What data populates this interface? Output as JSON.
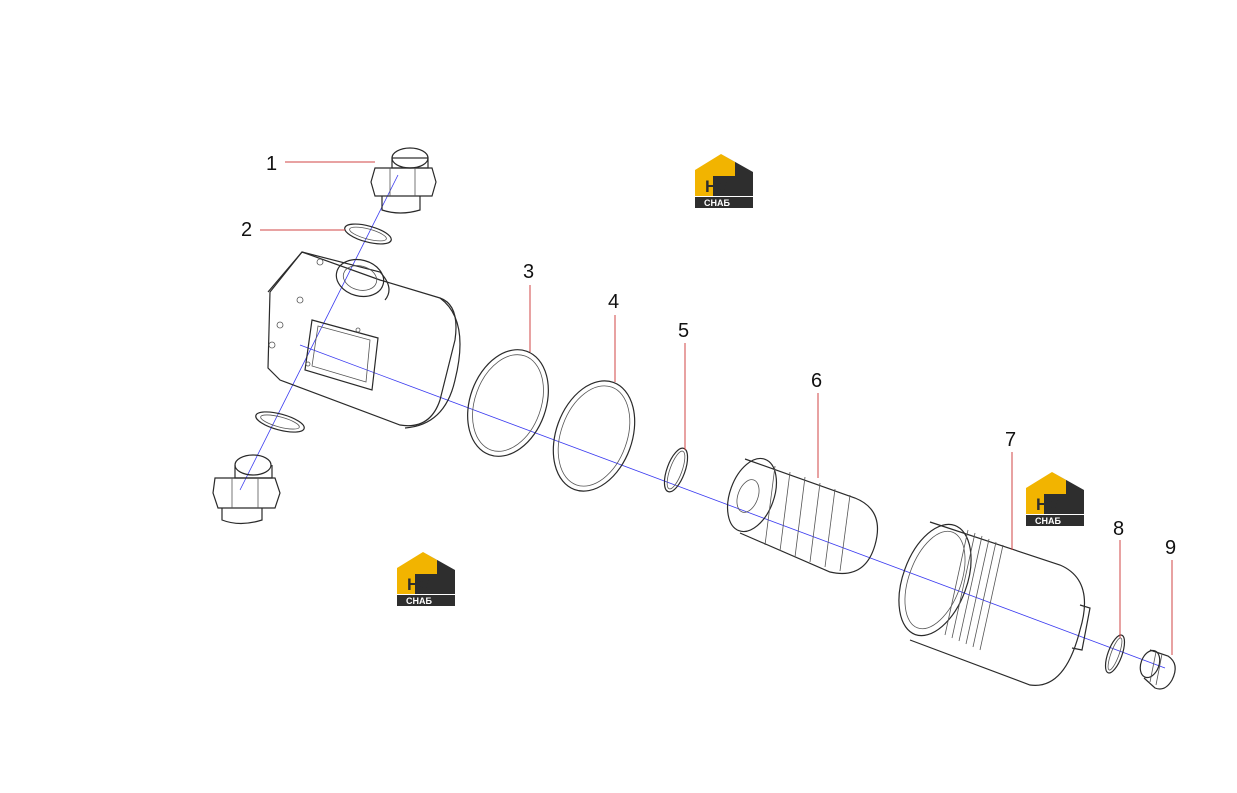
{
  "callouts": [
    {
      "id": "1",
      "label": "1"
    },
    {
      "id": "2",
      "label": "2"
    },
    {
      "id": "3",
      "label": "3"
    },
    {
      "id": "4",
      "label": "4"
    },
    {
      "id": "5",
      "label": "5"
    },
    {
      "id": "6",
      "label": "6"
    },
    {
      "id": "7",
      "label": "7"
    },
    {
      "id": "8",
      "label": "8"
    },
    {
      "id": "9",
      "label": "9"
    }
  ],
  "watermark": {
    "top": "НЗ",
    "bottom": "СНАБ"
  },
  "colors": {
    "leader": "#d04545",
    "axis": "#3a3af0",
    "logo_yellow": "#f2b400",
    "logo_dark": "#2e2e2e"
  }
}
